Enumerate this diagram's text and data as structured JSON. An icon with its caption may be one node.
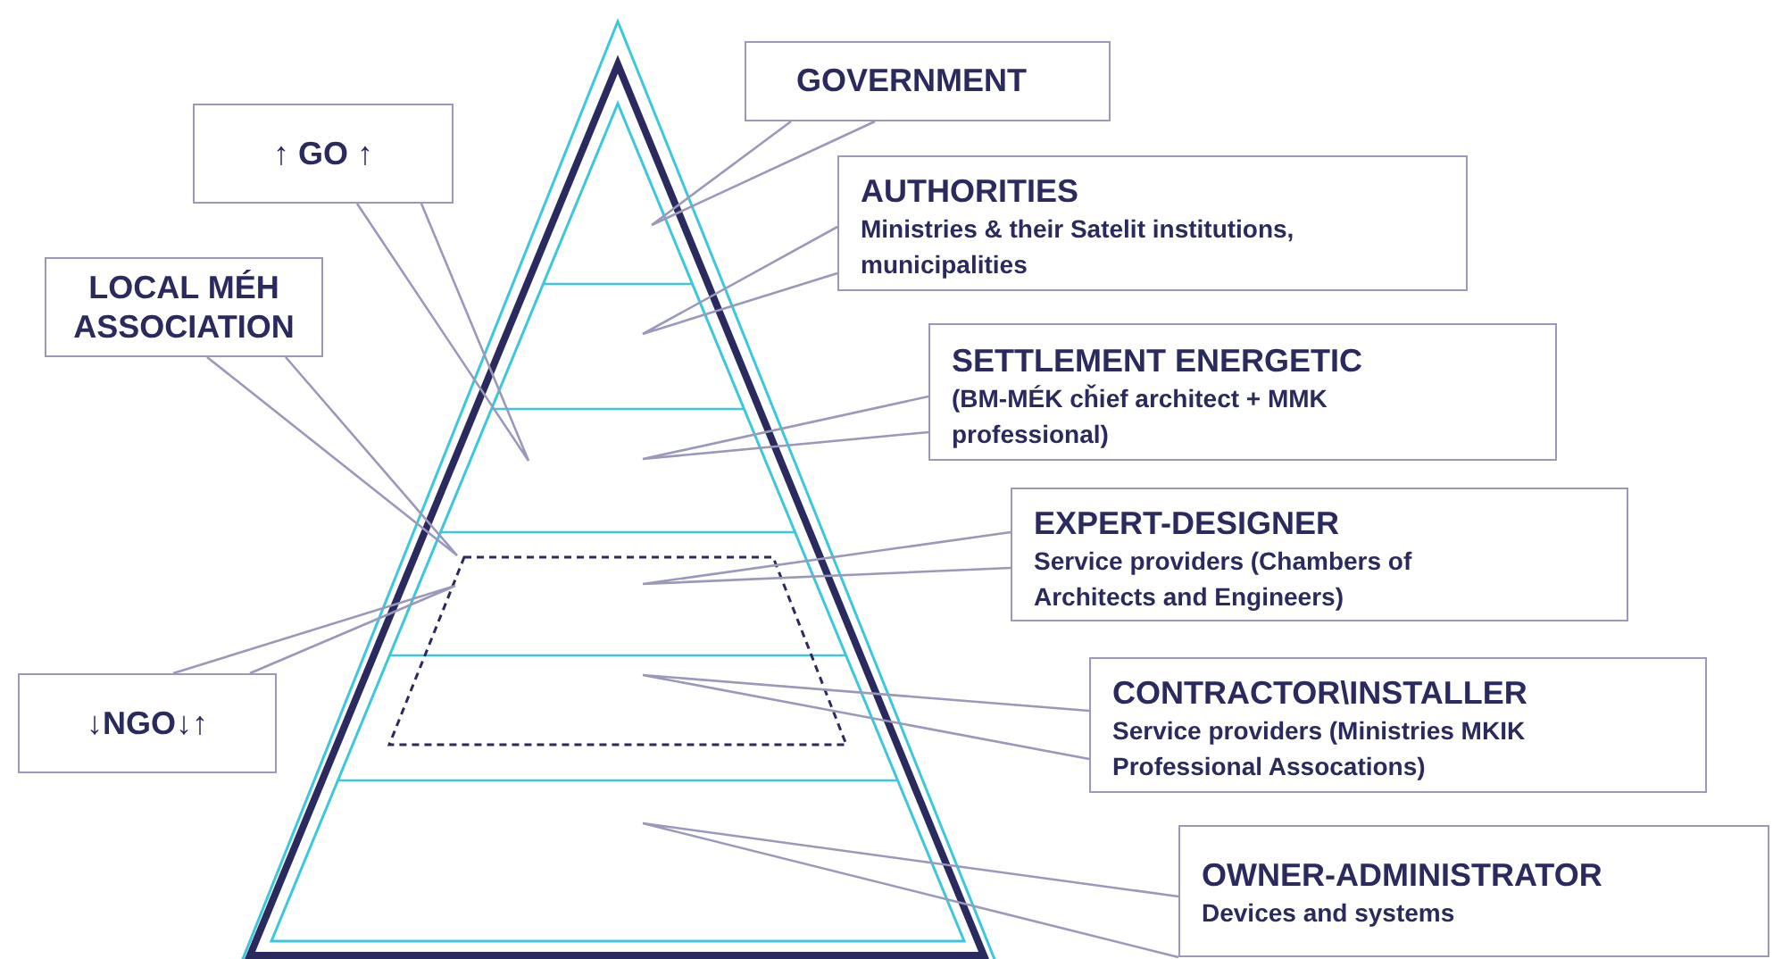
{
  "diagram": {
    "nodes": [
      {
        "text": [],
        "shape": "triangle"
      },
      {
        "text": [],
        "shape": "trapezoid",
        "in": 0
      },
      {
        "text": [
          "GOVERNMENT"
        ]
      },
      {
        "text": [
          "AUTHORITIES",
          "Ministries & their Satelit institutions, municipalities"
        ]
      },
      {
        "text": [
          "SETTLEMENT ENERGETIC",
          "(BM-MÉK cȟief architect + MMK professional)"
        ]
      },
      {
        "text": [
          "EXPERT-DESIGNER",
          "Service providers (Chambers of Architects and Engineers)"
        ]
      },
      {
        "text": [
          "CONTRACTOR\\INSTALLER",
          "Service providers (Ministries MKIK Professional Assocations)"
        ]
      },
      {
        "text": [
          "OWNER-ADMINISTRATOR",
          "Devices and systems"
        ]
      },
      {
        "text": [
          "↑ GO ↑"
        ]
      },
      {
        "text": [
          "LOCAL MÉH ASSOCIATION"
        ]
      },
      {
        "text": [
          "↓NGO↓↑"
        ]
      }
    ],
    "edges": [
      {
        "from": 2,
        "to": 0,
        "arrow": "none"
      },
      {
        "from": 3,
        "to": 0,
        "arrow": "none"
      },
      {
        "from": 4,
        "to": 0,
        "arrow": "none"
      },
      {
        "from": 5,
        "to": 0,
        "arrow": "none"
      },
      {
        "from": 6,
        "to": 0,
        "arrow": "none"
      },
      {
        "from": 7,
        "to": 0,
        "arrow": "none"
      },
      {
        "from": 8,
        "to": 0,
        "arrow": "none"
      },
      {
        "from": 9,
        "to": 1,
        "arrow": "none"
      },
      {
        "from": 10,
        "to": 1,
        "arrow": "none"
      }
    ]
  }
}
